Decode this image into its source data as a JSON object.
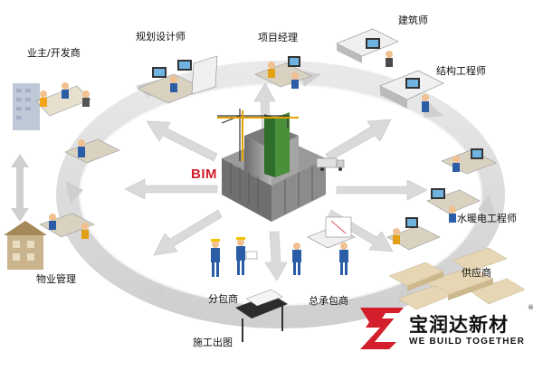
{
  "center": {
    "label": "BIM"
  },
  "participants": [
    {
      "id": "owner",
      "label": "业主/开发商"
    },
    {
      "id": "planner",
      "label": "规划设计师"
    },
    {
      "id": "pm",
      "label": "项目经理"
    },
    {
      "id": "architect",
      "label": "建筑师"
    },
    {
      "id": "structural",
      "label": "结构工程师"
    },
    {
      "id": "mep",
      "label": "水暖电工程师"
    },
    {
      "id": "supplier",
      "label": "供应商"
    },
    {
      "id": "gc",
      "label": "总承包商"
    },
    {
      "id": "sub",
      "label": "分包商"
    },
    {
      "id": "drawings",
      "label": "施工出图"
    },
    {
      "id": "property",
      "label": "物业管理"
    }
  ],
  "brand": {
    "name": "宝润达新材",
    "tagline": "WE BUILD TOGETHER",
    "reg_mark": "®"
  },
  "colors": {
    "ring": "#d9d9d9",
    "accent": "#d21f2b",
    "brand": "#111111"
  }
}
